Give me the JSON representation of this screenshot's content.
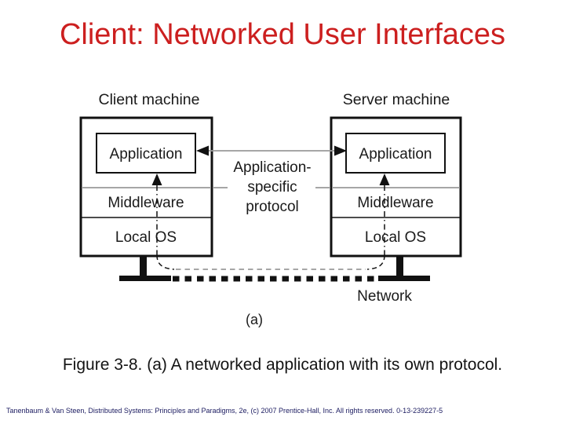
{
  "slide": {
    "title": "Client: Networked User Interfaces",
    "caption": "Figure 3-8. (a) A networked application with its own protocol.",
    "footer": "Tanenbaum & Van Steen, Distributed Systems: Principles and Paradigms, 2e, (c) 2007 Prentice-Hall, Inc. All rights reserved. 0-13-239227-5",
    "colors": {
      "background": "#ffffff",
      "title_red": "#cc1f1f",
      "footer_navy": "#1b1b60",
      "diagram_black": "#111111",
      "diagram_gray": "#9a9a9a"
    }
  },
  "diagram": {
    "client": {
      "label": "Client machine",
      "layers": [
        "Application",
        "Middleware",
        "Local OS"
      ]
    },
    "server": {
      "label": "Server machine",
      "layers": [
        "Application",
        "Middleware",
        "Local OS"
      ]
    },
    "protocol_label": {
      "line1": "Application-",
      "line2": "specific",
      "line3": "protocol"
    },
    "network_label": "Network",
    "subfigure_label": "(a)"
  }
}
